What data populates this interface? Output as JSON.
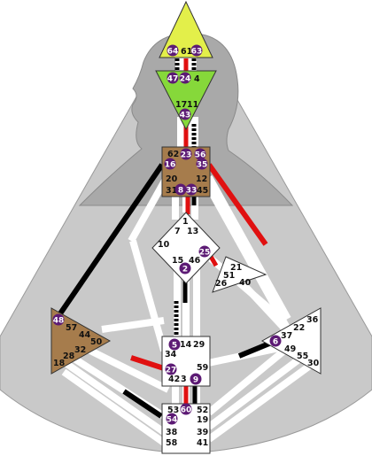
{
  "colors": {
    "head_center": "#e3ef4a",
    "ajna_center": "#86d83a",
    "defined_brown": "#a67c4c",
    "open_center": "#ffffff",
    "channel_black": "#000000",
    "channel_red": "#e01010",
    "activation_purple": "#5c1a74",
    "silhouette": "#a8a8a8",
    "background_panel": "#c9c9c9"
  },
  "gates": {
    "g64": "64",
    "g61": "61",
    "g63": "63",
    "g47": "47",
    "g24": "24",
    "g4": "4",
    "g17": "17",
    "g11": "11",
    "g43": "43",
    "g62": "62",
    "g23": "23",
    "g56": "56",
    "g16": "16",
    "g35": "35",
    "g20": "20",
    "g12": "12",
    "g31": "31",
    "g8": "8",
    "g33": "33",
    "g45": "45",
    "g1": "1",
    "g7": "7",
    "g13": "13",
    "g10": "10",
    "g15": "15",
    "g46": "46",
    "g25": "25",
    "g2": "2",
    "g21": "21",
    "g51": "51",
    "g26": "26",
    "g40": "40",
    "g48": "48",
    "g57": "57",
    "g44": "44",
    "g50": "50",
    "g32": "32",
    "g28": "28",
    "g18": "18",
    "g36": "36",
    "g22": "22",
    "g37": "37",
    "g6": "6",
    "g49": "49",
    "g55": "55",
    "g30": "30",
    "g5": "5",
    "g14": "14",
    "g29": "29",
    "g34": "34",
    "g27": "27",
    "g59": "59",
    "g42": "42",
    "g3": "3",
    "g9": "9",
    "g53": "53",
    "g60": "60",
    "g52": "52",
    "g54": "54",
    "g19": "19",
    "g38": "38",
    "g39": "39",
    "g58": "58",
    "g41": "41"
  },
  "active_gates": [
    "64",
    "63",
    "47",
    "24",
    "43",
    "23",
    "56",
    "16",
    "35",
    "8",
    "33",
    "2",
    "25",
    "48",
    "6",
    "5",
    "27",
    "9",
    "60",
    "54"
  ]
}
